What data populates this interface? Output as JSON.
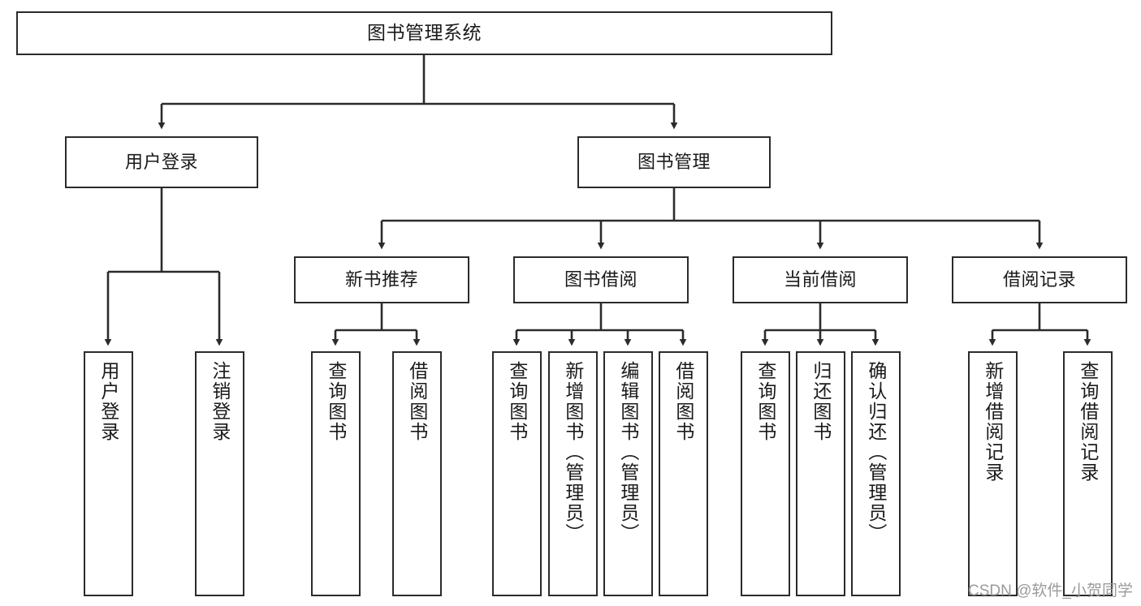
{
  "diagram": {
    "type": "tree-hierarchy",
    "title": "图书管理系统",
    "root": {
      "label": "图书管理系统"
    },
    "level2": [
      {
        "label": "用户登录"
      },
      {
        "label": "图书管理"
      }
    ],
    "level3": [
      {
        "label": "新书推荐",
        "parent": "图书管理"
      },
      {
        "label": "图书借阅",
        "parent": "图书管理"
      },
      {
        "label": "当前借阅",
        "parent": "图书管理"
      },
      {
        "label": "借阅记录",
        "parent": "图书管理"
      }
    ],
    "leaves": {
      "user_login": [
        {
          "label": "用户登录"
        },
        {
          "label": "注销登录"
        }
      ],
      "new_book_recommend": [
        {
          "label": "查询图书"
        },
        {
          "label": "借阅图书"
        }
      ],
      "book_borrow": [
        {
          "label": "查询图书"
        },
        {
          "label": "新增图书（管理员）"
        },
        {
          "label": "编辑图书（管理员）"
        },
        {
          "label": "借阅图书"
        }
      ],
      "current_borrow": [
        {
          "label": "查询图书"
        },
        {
          "label": "归还图书"
        },
        {
          "label": "确认归还（管理员）"
        }
      ],
      "borrow_record": [
        {
          "label": "新增借阅记录"
        },
        {
          "label": "查询借阅记录"
        }
      ]
    }
  },
  "watermark": {
    "text": "CSDN @软件_小贺同学"
  },
  "colors": {
    "border": "#2b2b2b",
    "background": "#ffffff",
    "text": "#1a1a1a",
    "watermark": "#9a9a9a"
  }
}
